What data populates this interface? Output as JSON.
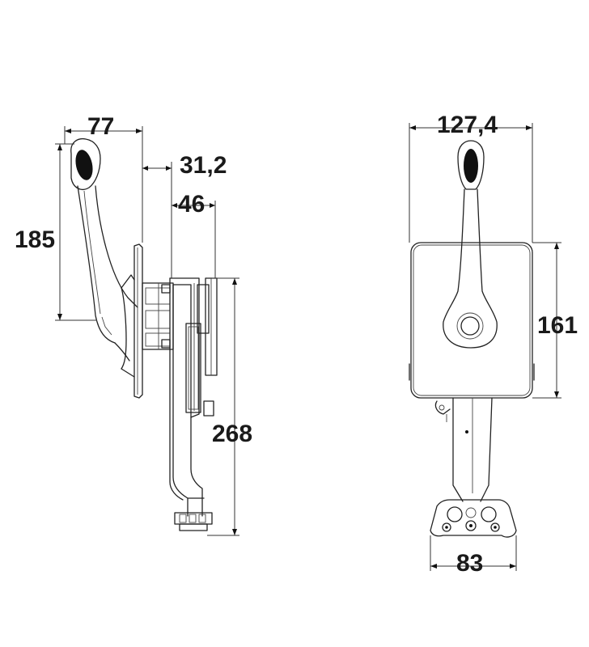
{
  "dimensions": {
    "side_lever_width": "77",
    "side_offset_a": "31,2",
    "side_offset_b": "46",
    "side_lever_height": "185",
    "side_total_height": "268",
    "front_plate_width": "127,4",
    "front_plate_height": "161",
    "front_bottom_width": "83"
  },
  "colors": {
    "line": "#222222",
    "text": "#1a1a1a",
    "background": "#ffffff"
  }
}
